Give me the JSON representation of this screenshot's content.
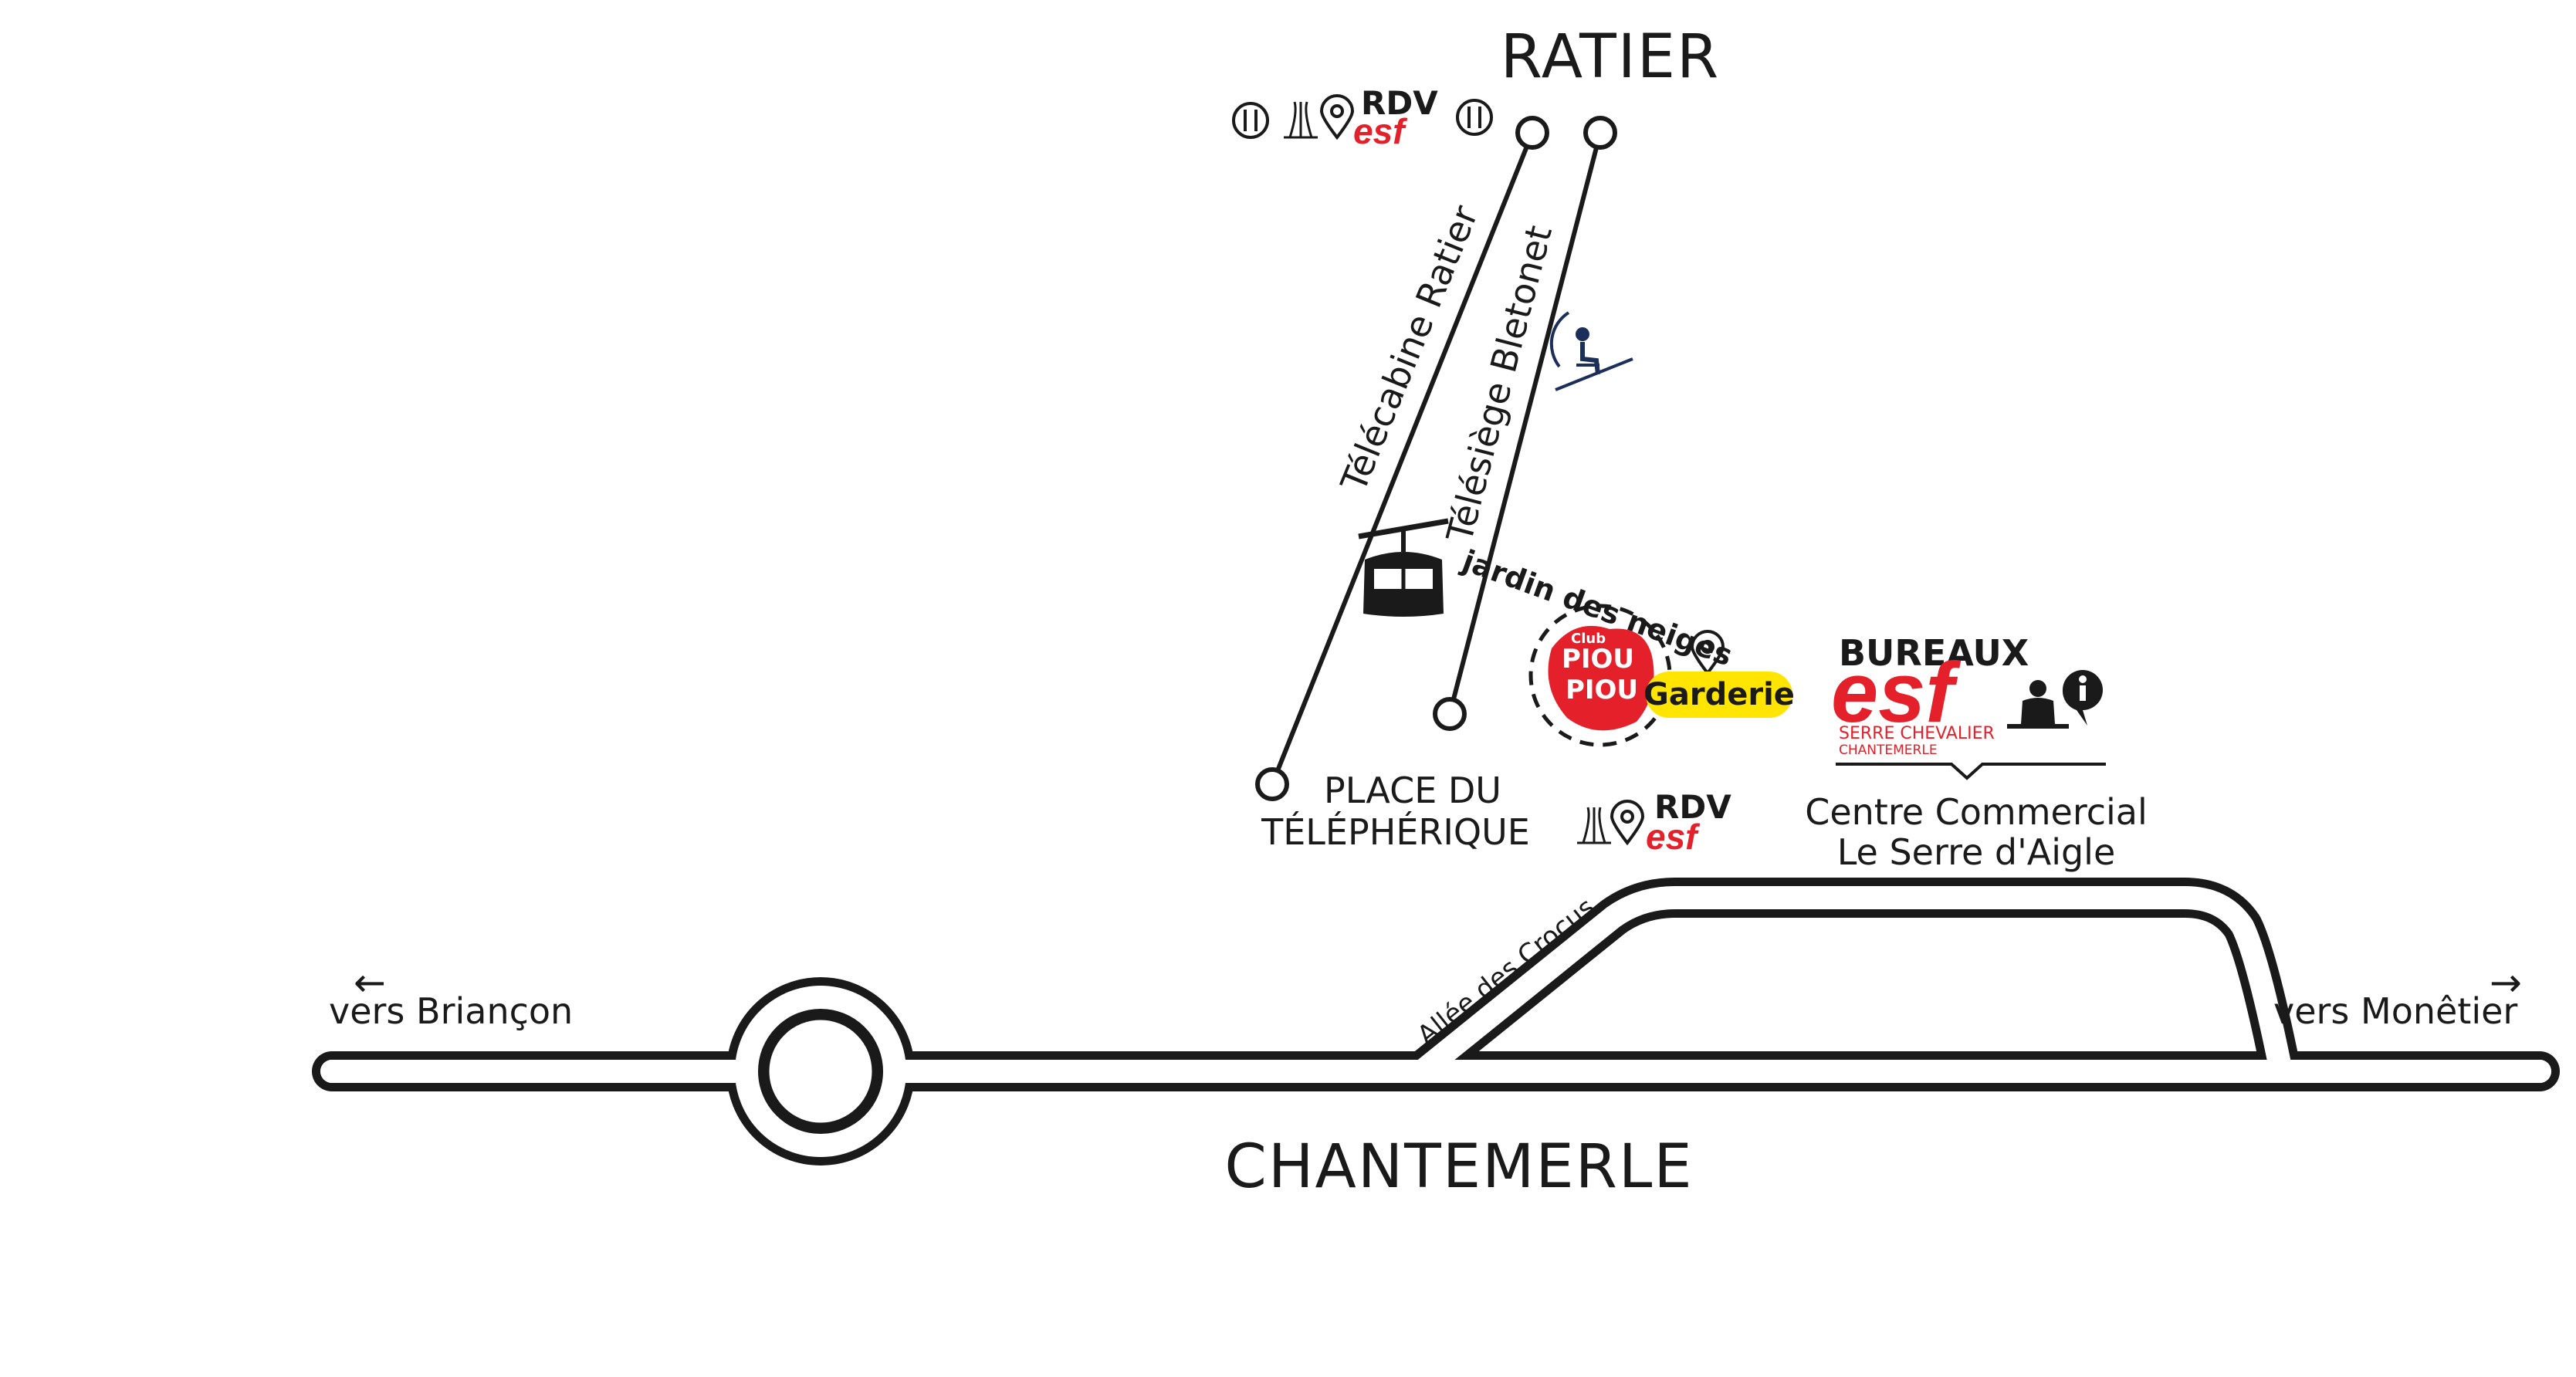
{
  "map": {
    "top_station": "RATIER",
    "bottom_town": "CHANTEMERLE",
    "lifts": {
      "gondola": "Télécabine Ratier",
      "chairlift": "Télésiège Bletonet"
    },
    "rdv_top": {
      "rdv": "RDV",
      "brand": "esf"
    },
    "rdv_bottom": {
      "rdv": "RDV",
      "brand": "esf"
    },
    "place": {
      "line1": "PLACE DU",
      "line2": "TÉLÉPHÉRIQUE"
    },
    "snow_garden": {
      "title": "jardin des neiges",
      "club_label": "Club",
      "club_line1": "PIOU",
      "club_line2": "PIOU",
      "garderie": "Garderie"
    },
    "office": {
      "bureaux": "BUREAUX",
      "brand": "esf",
      "sub1": "SERRE CHEVALIER",
      "sub2": "CHANTEMERLE",
      "mall_line1": "Centre Commercial",
      "mall_line2": "Le Serre d'Aigle"
    },
    "street": "Allée des Crocus",
    "dir_left": {
      "arrow": "←",
      "label": "vers Briançon"
    },
    "dir_right": {
      "arrow": "→",
      "label": "vers Monêtier"
    },
    "colors": {
      "ink": "#1a1a1a",
      "esf_red": "#e4202a",
      "highlight_yellow": "#ffe500"
    }
  }
}
